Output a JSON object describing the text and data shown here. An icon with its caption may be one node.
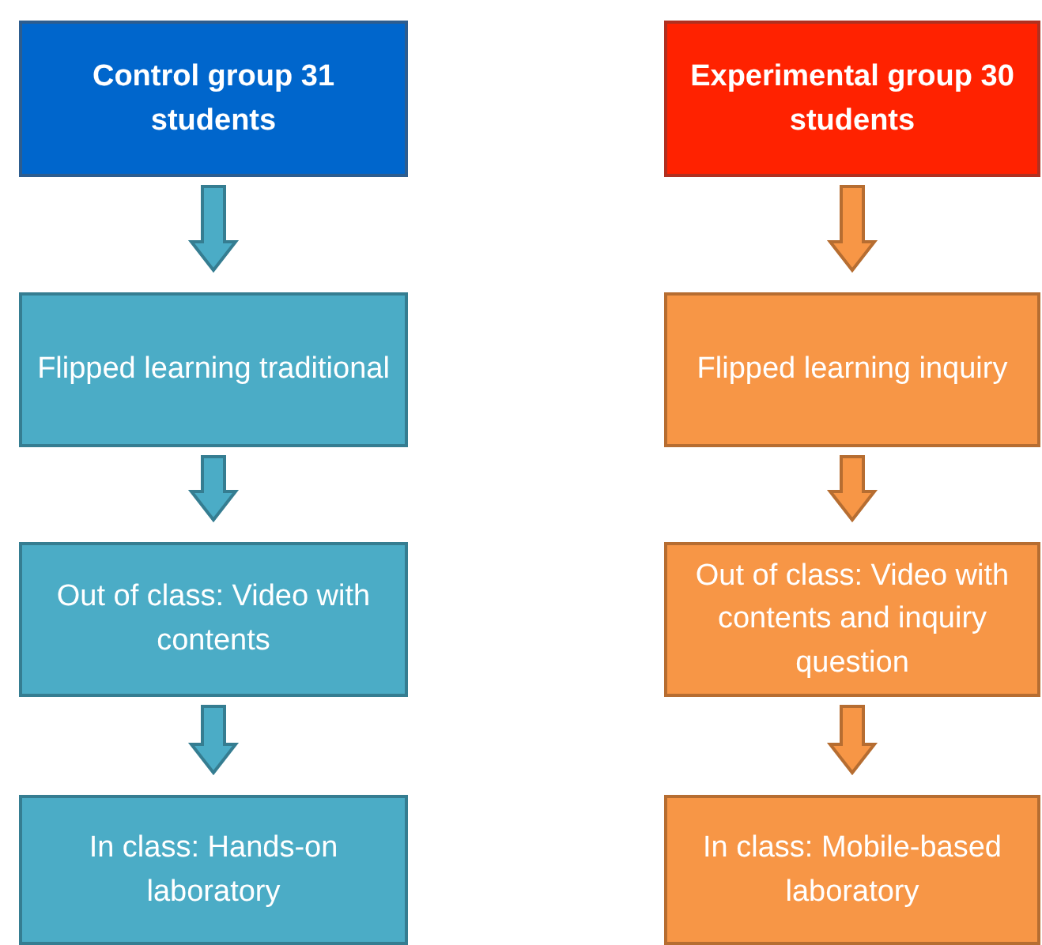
{
  "diagram": {
    "nodes": [
      {
        "text": [
          "Control group 31 students"
        ]
      },
      {
        "text": [
          "Flipped learning traditional"
        ]
      },
      {
        "text": [
          "Out of class: Video with contents"
        ]
      },
      {
        "text": [
          "In class: Hands-on laboratory"
        ]
      },
      {
        "text": [
          "Experimental group 30 students"
        ]
      },
      {
        "text": [
          "Flipped learning inquiry"
        ]
      },
      {
        "text": [
          "Out of class: Video with contents and inquiry question"
        ]
      },
      {
        "text": [
          "In class: Mobile-based laboratory"
        ]
      }
    ],
    "edges": [
      {
        "from": 0,
        "to": 1,
        "arrow": "to",
        "color": "#4bacc6"
      },
      {
        "from": 1,
        "to": 2,
        "arrow": "to",
        "color": "#4bacc6"
      },
      {
        "from": 2,
        "to": 3,
        "arrow": "to",
        "color": "#4bacc6"
      },
      {
        "from": 4,
        "to": 5,
        "arrow": "to",
        "color": "#f79646"
      },
      {
        "from": 5,
        "to": 6,
        "arrow": "to",
        "color": "#f79646"
      },
      {
        "from": 6,
        "to": 7,
        "arrow": "to",
        "color": "#f79646"
      }
    ]
  }
}
